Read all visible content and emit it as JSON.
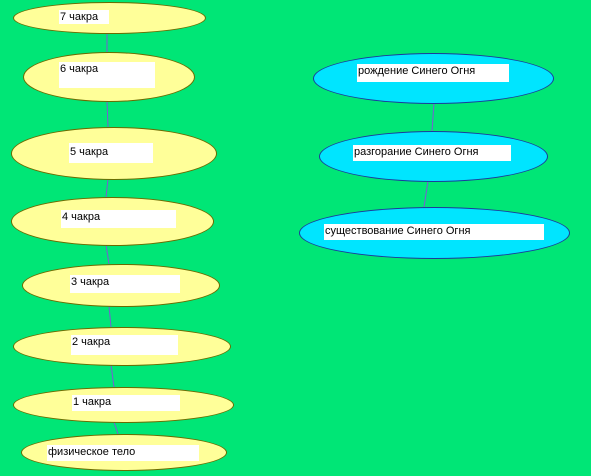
{
  "colors": {
    "background": "#00e676",
    "chakra_fill": "#ffff99",
    "fire_fill": "#00e5ff",
    "connector": "#7b5ad6"
  },
  "chakras": {
    "c7": "7 чакра",
    "c6": "6 чакра",
    "c5": "5 чакра",
    "c4": "4 чакра",
    "c3": "3 чакра",
    "c2": "2 чакра",
    "c1": "1 чакра",
    "body": "физическое тело"
  },
  "blue_fire": {
    "birth": "рождение Синего Огня",
    "kindling": "разгорание Синего Огня",
    "existence": "существование Синего Огня"
  }
}
